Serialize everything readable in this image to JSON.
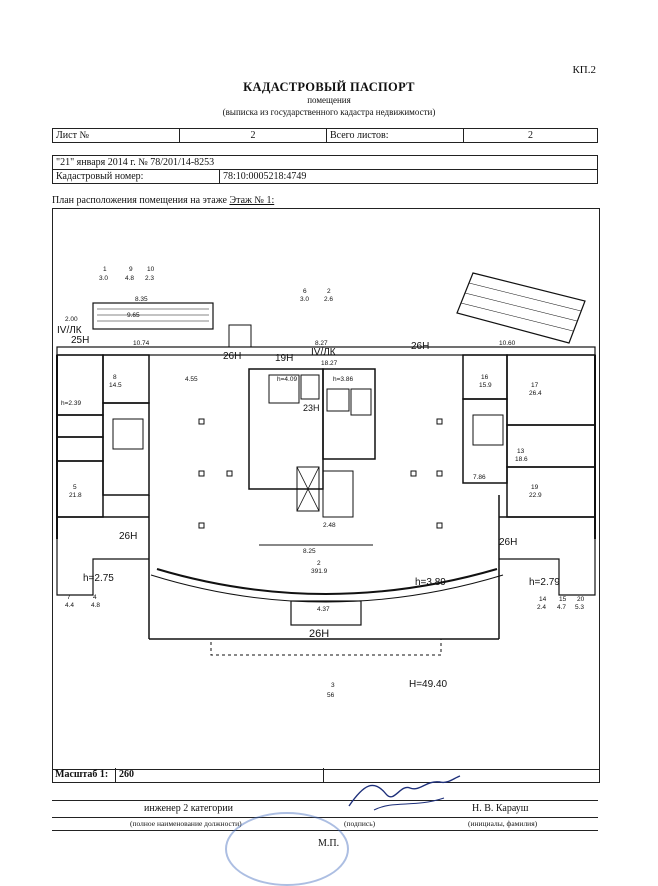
{
  "header": {
    "corner": "КП.2",
    "title": "КАДАСТРОВЫЙ ПАСПОРТ",
    "subtitle": "помещения",
    "subtitle2": "(выписка из государственного кадастра недвижимости)"
  },
  "sheet": {
    "sheet_label": "Лист №",
    "sheet_value": "2",
    "total_label": "Всего листов:",
    "total_value": "2"
  },
  "record": {
    "date_line": "\"21\" января 2014 г. № 78/201/14-8253",
    "cadastral_label": "Кадастровый номер:",
    "cadastral_value": "78:10:0005218:4749"
  },
  "plan": {
    "caption": "План расположения помещения на этаже",
    "floor": "Этаж № 1:",
    "labels": {
      "l_26h_a": "26Н",
      "l_26h_b": "26Н",
      "l_26h_c": "26Н",
      "l_26h_d": "26Н",
      "l_26h_e": "26Н",
      "l_25h": "25Н",
      "l_19h": "19Н",
      "l_23h": "23Н",
      "l_ivlk": "IV/ЛК",
      "l_ivlk2": "IV/ЛК",
      "h_275": "h=2.75",
      "h_389": "h=3.89",
      "h_279": "h=2.79",
      "h_4940": "H=49.40",
      "h_409": "h=4.09",
      "h_386": "h=3.86",
      "h_239": "h=2.39",
      "d_835": "8.35",
      "d_965": "9.65",
      "d_1074": "10.74",
      "d_1060": "10.60",
      "d_827": "8.27",
      "d_818": "18.27",
      "d_786": "7.86",
      "d_825": "8.25",
      "d_248": "2.48",
      "d_437": "4.37",
      "d_200": "2.00",
      "d_455": "4.55",
      "r1": "1",
      "r1v": "3.0",
      "r9": "9",
      "r9v": "4.8",
      "r10": "10",
      "r10v": "2.3",
      "r2": "2",
      "r2v": "391.9",
      "r3": "3",
      "r3v": "56",
      "r6": "6",
      "r6v": "3.0",
      "rm2": "2",
      "rm2v": "2.6",
      "r8": "8",
      "r8v": "14.5",
      "r5": "5",
      "r5v": "21.8",
      "r16": "16",
      "r16v": "15.9",
      "r17": "17",
      "r17v": "26.4",
      "r19": "19",
      "r19v": "22.9",
      "r13": "13",
      "r13v": "18.6",
      "r7": "7",
      "r7v": "4.4",
      "r4": "4",
      "r4v": "4.8",
      "r14": "14",
      "r14v": "2.4",
      "r15": "15",
      "r15v": "4.7",
      "r20": "20",
      "r20v": "5.3"
    }
  },
  "scale": {
    "label": "Масштаб 1:",
    "value": "260"
  },
  "signature": {
    "position": "инженер 2 категории",
    "position_hint": "(полное наименование должности)",
    "sign_hint": "(подпись)",
    "name": "Н. В. Карауш",
    "name_hint": "(инициалы, фамилия)",
    "mp": "М.П."
  },
  "colors": {
    "ink": "#111111",
    "stamp": "#466ebe",
    "signature": "#1d2f7a"
  }
}
